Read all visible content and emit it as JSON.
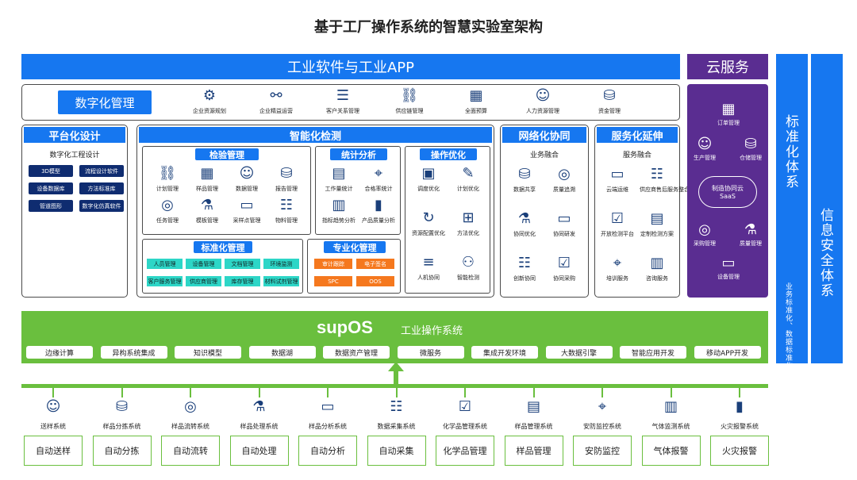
{
  "title": "基于工厂操作系统的智慧实验室架构",
  "software_bar": "工业软件与工业APP",
  "cloud_bar": "云服务",
  "digital_mgmt": {
    "label": "数字化管理",
    "items": [
      "企业资源规划",
      "企业精益运营",
      "客户关系管理",
      "供应链管理",
      "全面预算",
      "人力资源管理",
      "资金管理"
    ]
  },
  "platform_design": {
    "title": "平台化设计",
    "subtitle": "数字化工程设计",
    "pills": [
      "3D模型",
      "流程设计软件",
      "设备数据库",
      "方法标准库",
      "管道图形",
      "数字化仿真软件"
    ]
  },
  "smart_detection": {
    "title": "智能化检测",
    "inspection": {
      "title": "检验管理",
      "items": [
        "计划管理",
        "样品管理",
        "数据管理",
        "报告管理",
        "任务管理",
        "模板管理",
        "采样点管理",
        "物料管理"
      ]
    },
    "statistics": {
      "title": "统计分析",
      "items": [
        "工作量统计",
        "合格率统计",
        "指标趋势分析",
        "产品质量分析"
      ]
    },
    "operation": {
      "title": "操作优化",
      "items": [
        "调度优化",
        "计划优化",
        "资源配置优化",
        "方法优化",
        "人机协同",
        "智能检测"
      ]
    },
    "standard": {
      "title": "标准化管理",
      "items": [
        "人员管理",
        "设备管理",
        "文档管理",
        "环境监测",
        "客户服务管理",
        "供应商管理",
        "库存管理",
        "材料试剂管理"
      ]
    },
    "professional": {
      "title": "专业化管理",
      "items": [
        "审计跟踪",
        "电子签名",
        "SPC",
        "OOS"
      ]
    }
  },
  "network": {
    "title": "网络化协同",
    "subtitle": "业务融合",
    "items": [
      "数据共享",
      "质量追溯",
      "协同优化",
      "协同研发",
      "创新协同",
      "协同采购"
    ]
  },
  "service": {
    "title": "服务化延伸",
    "subtitle": "服务融合",
    "items": [
      "云端运维",
      "供应商售后服务整合",
      "开放检测平台",
      "定制检测方案",
      "培训服务",
      "咨询服务"
    ]
  },
  "cloud": {
    "items": [
      "订单管理",
      "生产管理",
      "仓储管理",
      "采购管理",
      "质量管理",
      "设备管理"
    ],
    "center_line1": "制造协同云",
    "center_line2": "SaaS"
  },
  "std_system": {
    "title": "标准化体系",
    "sub": "业务标准化、数据标准化、技术标准化"
  },
  "security": "信息安全体系",
  "supos": {
    "logo": "supOS",
    "label": "工业操作系统",
    "pills": [
      "边缘计算",
      "异构系统集成",
      "知识模型",
      "数据湖",
      "数据资产管理",
      "微服务",
      "集成开发环境",
      "大数据引擎",
      "智能应用开发",
      "移动APP开发"
    ]
  },
  "systems": [
    "送样系统",
    "样品分拣系统",
    "样品流转系统",
    "样品处理系统",
    "样品分析系统",
    "数据采集系统",
    "化学品管理系统",
    "样品管理系统",
    "安防监控系统",
    "气体监测系统",
    "火灾报警系统"
  ],
  "devices": [
    "自动送样",
    "自动分拣",
    "自动流转",
    "自动处理",
    "自动分析",
    "自动采集",
    "化学品管理",
    "样品管理",
    "安防监控",
    "气体报警",
    "火灾报警"
  ],
  "colors": {
    "blue": "#1677f0",
    "purple": "#5a2d91",
    "green": "#6abf3e",
    "navy": "#0f2c70",
    "teal": "#2dd6c7",
    "orange": "#f5781e"
  }
}
